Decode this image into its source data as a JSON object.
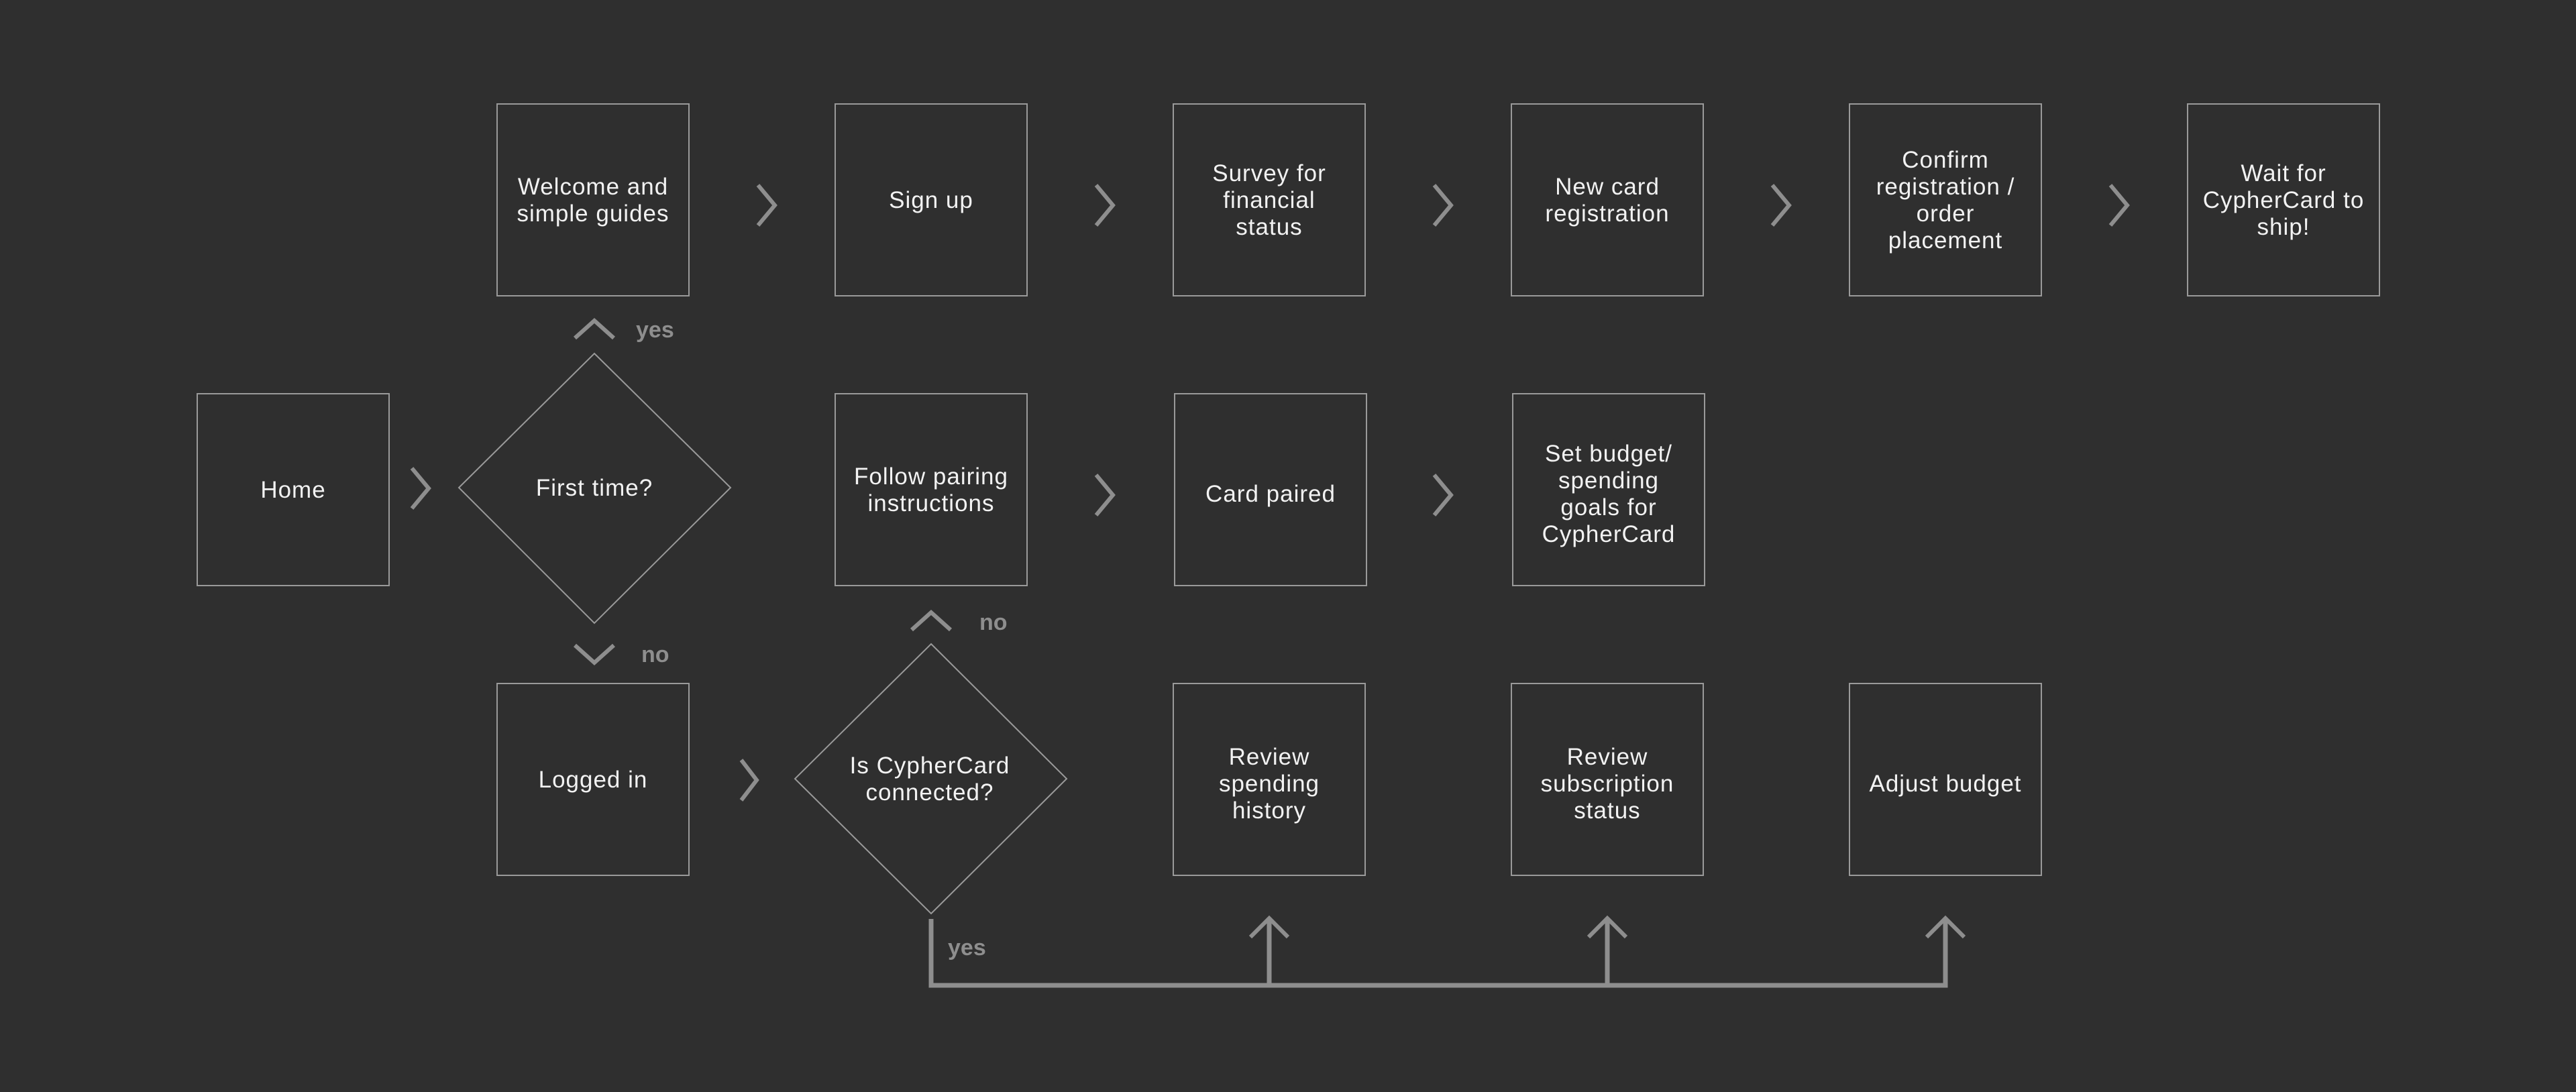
{
  "nodes": {
    "welcome": [
      "Welcome and",
      "simple guides"
    ],
    "signup": [
      "Sign up"
    ],
    "survey": [
      "Survey for",
      "financial",
      "status"
    ],
    "new_card": [
      "New card",
      "registration"
    ],
    "confirm": [
      "Confirm",
      "registration /",
      "order",
      "placement"
    ],
    "wait": [
      "Wait for",
      "CypherCard to",
      "ship!"
    ],
    "home": [
      "Home"
    ],
    "first_time": [
      "First time?"
    ],
    "follow_pairing": [
      "Follow pairing",
      "instructions"
    ],
    "card_paired": [
      "Card paired"
    ],
    "set_budget": [
      "Set budget/",
      "spending",
      "goals  for",
      "CypherCard"
    ],
    "logged_in": [
      "Logged in"
    ],
    "connected": [
      "Is CypherCard",
      "connected?"
    ],
    "review_spending": [
      "Review",
      "spending",
      "history"
    ],
    "review_subscription": [
      "Review",
      "subscription",
      "status"
    ],
    "adjust_budget": [
      "Adjust budget"
    ]
  },
  "branch_labels": {
    "first_time_yes": "yes",
    "first_time_no": "no",
    "connected_no": "no",
    "connected_yes": "yes"
  },
  "colors": {
    "background": "#2f2f2f",
    "box_stroke": "#9a9a9a",
    "text": "#f2f2f2",
    "connector": "#8e8e8e"
  }
}
